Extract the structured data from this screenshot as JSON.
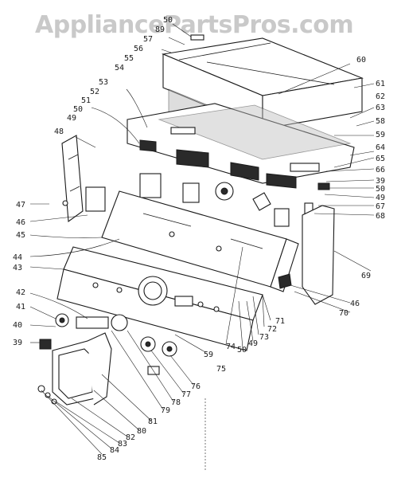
{
  "watermark": "AppliancePartsPros.com",
  "callouts": [
    {
      "id": "c50a",
      "text": "50"
    },
    {
      "id": "c89",
      "text": "89"
    },
    {
      "id": "c57",
      "text": "57"
    },
    {
      "id": "c56",
      "text": "56"
    },
    {
      "id": "c55",
      "text": "55"
    },
    {
      "id": "c54",
      "text": "54"
    },
    {
      "id": "c53",
      "text": "53"
    },
    {
      "id": "c52",
      "text": "52"
    },
    {
      "id": "c51",
      "text": "51"
    },
    {
      "id": "c50b",
      "text": "50"
    },
    {
      "id": "c49a",
      "text": "49"
    },
    {
      "id": "c48",
      "text": "48"
    },
    {
      "id": "c60",
      "text": "60"
    },
    {
      "id": "c61",
      "text": "61"
    },
    {
      "id": "c62",
      "text": "62"
    },
    {
      "id": "c63",
      "text": "63"
    },
    {
      "id": "c58",
      "text": "58"
    },
    {
      "id": "c59a",
      "text": "59"
    },
    {
      "id": "c64",
      "text": "64"
    },
    {
      "id": "c65",
      "text": "65"
    },
    {
      "id": "c66",
      "text": "66"
    },
    {
      "id": "c39a",
      "text": "39"
    },
    {
      "id": "c50c",
      "text": "50"
    },
    {
      "id": "c49b",
      "text": "49"
    },
    {
      "id": "c67",
      "text": "67"
    },
    {
      "id": "c68",
      "text": "68"
    },
    {
      "id": "c47",
      "text": "47"
    },
    {
      "id": "c46a",
      "text": "46"
    },
    {
      "id": "c45",
      "text": "45"
    },
    {
      "id": "c44",
      "text": "44"
    },
    {
      "id": "c43",
      "text": "43"
    },
    {
      "id": "c69",
      "text": "69"
    },
    {
      "id": "c42",
      "text": "42"
    },
    {
      "id": "c41",
      "text": "41"
    },
    {
      "id": "c40",
      "text": "40"
    },
    {
      "id": "c39b",
      "text": "39"
    },
    {
      "id": "c46b",
      "text": "46"
    },
    {
      "id": "c70",
      "text": "70"
    },
    {
      "id": "c71",
      "text": "71"
    },
    {
      "id": "c72",
      "text": "72"
    },
    {
      "id": "c73",
      "text": "73"
    },
    {
      "id": "c49c",
      "text": "49"
    },
    {
      "id": "c50d",
      "text": "50"
    },
    {
      "id": "c74",
      "text": "74"
    },
    {
      "id": "c75",
      "text": "75"
    },
    {
      "id": "c59b",
      "text": "59"
    },
    {
      "id": "c76",
      "text": "76"
    },
    {
      "id": "c77",
      "text": "77"
    },
    {
      "id": "c78",
      "text": "78"
    },
    {
      "id": "c79",
      "text": "79"
    },
    {
      "id": "c81",
      "text": "81"
    },
    {
      "id": "c80",
      "text": "80"
    },
    {
      "id": "c82",
      "text": "82"
    },
    {
      "id": "c83",
      "text": "83"
    },
    {
      "id": "c84",
      "text": "84"
    },
    {
      "id": "c85",
      "text": "85"
    }
  ]
}
